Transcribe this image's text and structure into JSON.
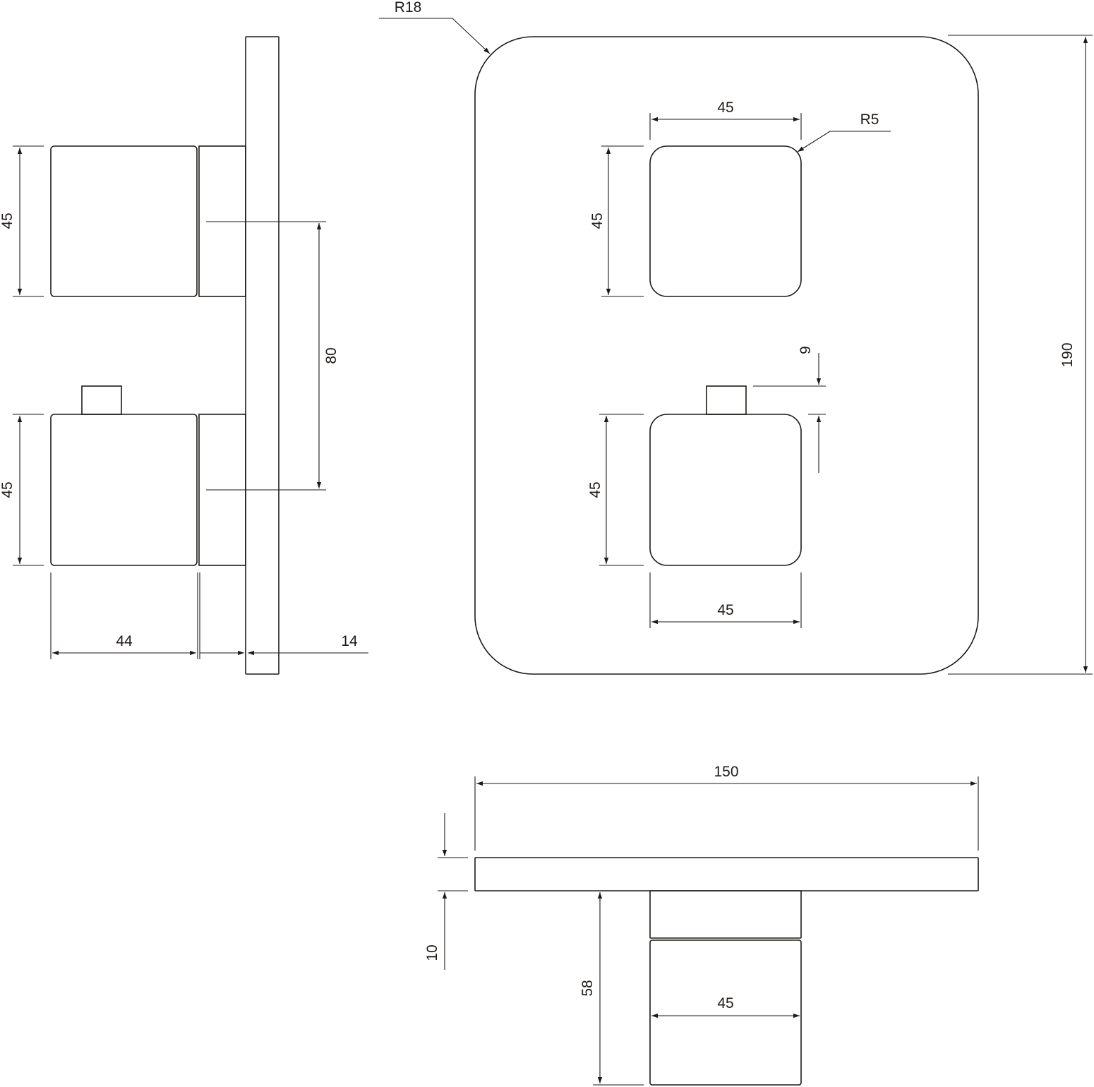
{
  "colors": {
    "line": "#1e1a17",
    "background": "#ffffff"
  },
  "side_view": {
    "knob_top_height": "45",
    "knob_bottom_height": "45",
    "knob_spacing": "80",
    "knob_depth": "44",
    "plate_thickness": "14"
  },
  "front_view": {
    "corner_radius_plate": "R18",
    "corner_radius_knob": "R5",
    "top_knob_width": "45",
    "top_knob_height": "45",
    "bottom_knob_height": "45",
    "bottom_knob_width": "45",
    "pin_height": "9",
    "plate_height": "190"
  },
  "top_view": {
    "plate_width": "150",
    "plate_depth": "10",
    "projection": "58",
    "knob_width": "45"
  }
}
